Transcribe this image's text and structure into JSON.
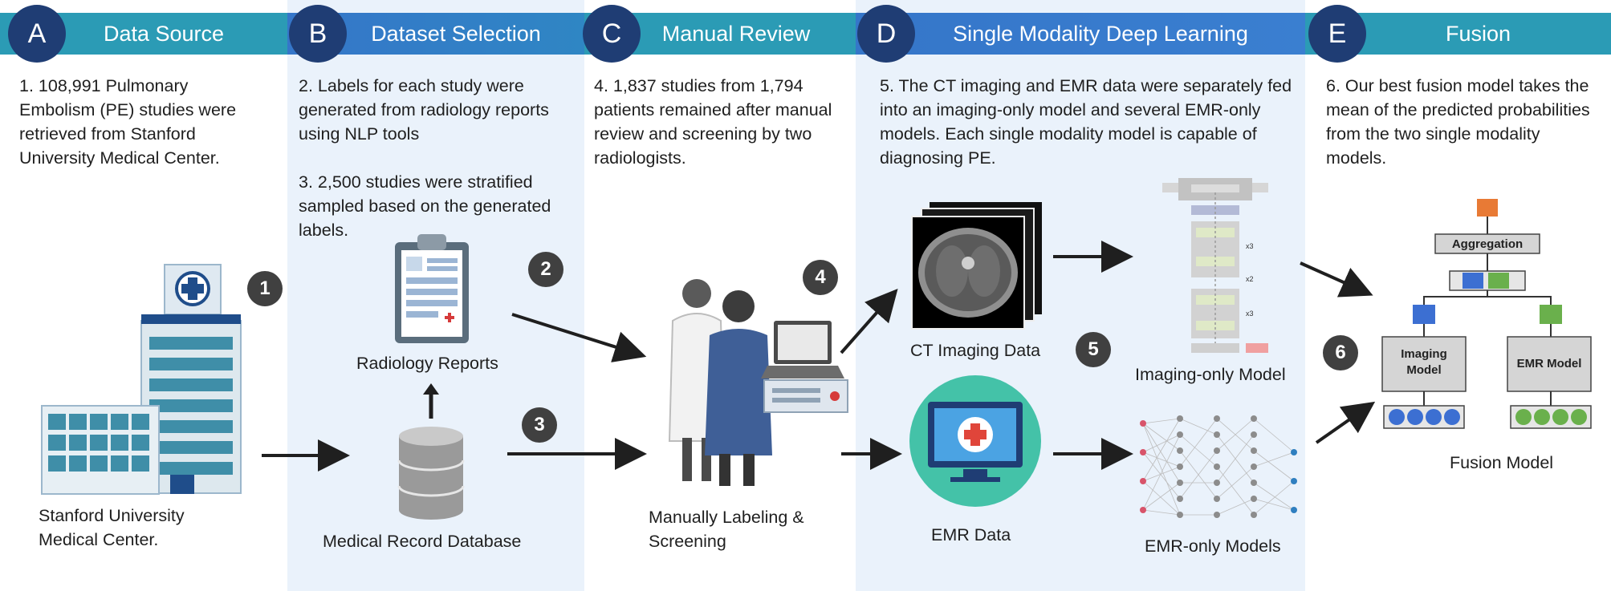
{
  "panels": [
    {
      "letter": "A",
      "title": "Data Source",
      "description": "1. 108,991 Pulmonary Embolism (PE) studies were retrieved from Stanford University Medical Center."
    },
    {
      "letter": "B",
      "title": "Dataset Selection",
      "description": "2. Labels for each study were generated from radiology reports using NLP tools",
      "description2": "3. 2,500 studies were stratified sampled based on the generated labels."
    },
    {
      "letter": "C",
      "title": "Manual Review",
      "description": "4. 1,837 studies from 1,794 patients remained after manual review and  screening by two radiologists."
    },
    {
      "letter": "D",
      "title": "Single Modality Deep Learning",
      "description": "5. The CT imaging and EMR data were separately fed into an imaging-only model and several EMR-only models. Each single modality model is capable of diagnosing PE."
    },
    {
      "letter": "E",
      "title": "Fusion",
      "description": "6. Our best fusion model takes the mean of the predicted probabilities from the two single modality models."
    }
  ],
  "labels": {
    "hospital": "Stanford University Medical Center.",
    "radiology_reports": "Radiology Reports",
    "medical_db": "Medical Record Database",
    "manual_labeling": "Manually Labeling & Screening",
    "ct_data": "CT Imaging Data",
    "emr_data": "EMR Data",
    "imaging_model": "Imaging-only Model",
    "emr_models": "EMR-only Models",
    "fusion_model": "Fusion Model",
    "aggregation": "Aggregation",
    "imaging_model_box": "Imaging Model",
    "emr_model_box": "EMR Model",
    "x3a": "x3",
    "x2": "x2",
    "x3b": "x3"
  },
  "steps": [
    "1",
    "2",
    "3",
    "4",
    "5",
    "6"
  ],
  "colors": {
    "banner": "#2b9bb5",
    "banner_mid": "#3576c9",
    "letter_circle": "#1f3d74",
    "shaded_panel": "#eaf2fb",
    "step_badge": "#404040"
  }
}
